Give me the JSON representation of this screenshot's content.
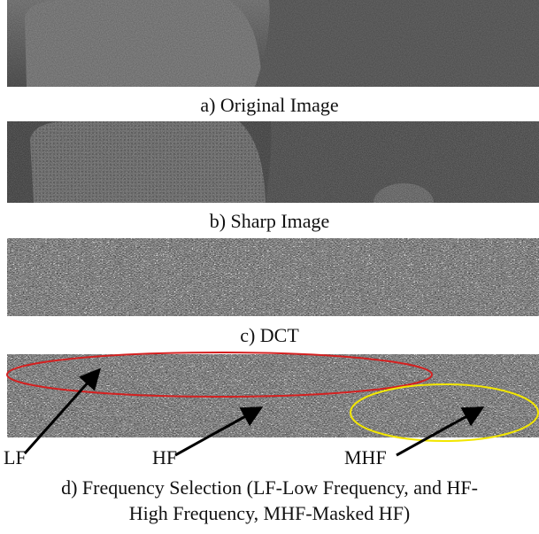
{
  "figure": {
    "panels": [
      {
        "id": "a",
        "caption": "a) Original Image"
      },
      {
        "id": "b",
        "caption": "b) Sharp Image"
      },
      {
        "id": "c",
        "caption": "c) DCT"
      },
      {
        "id": "d",
        "caption_line1": "d) Frequency Selection (LF-Low Frequency, and HF-",
        "caption_line2": "High Frequency, MHF-Masked HF)"
      }
    ],
    "labels": {
      "lf": "LF",
      "hf": "HF",
      "mhf": "MHF"
    },
    "colors": {
      "low_freq_ellipse": "#d42020",
      "masked_ellipse": "#f2e600",
      "arrow": "#000000"
    }
  }
}
